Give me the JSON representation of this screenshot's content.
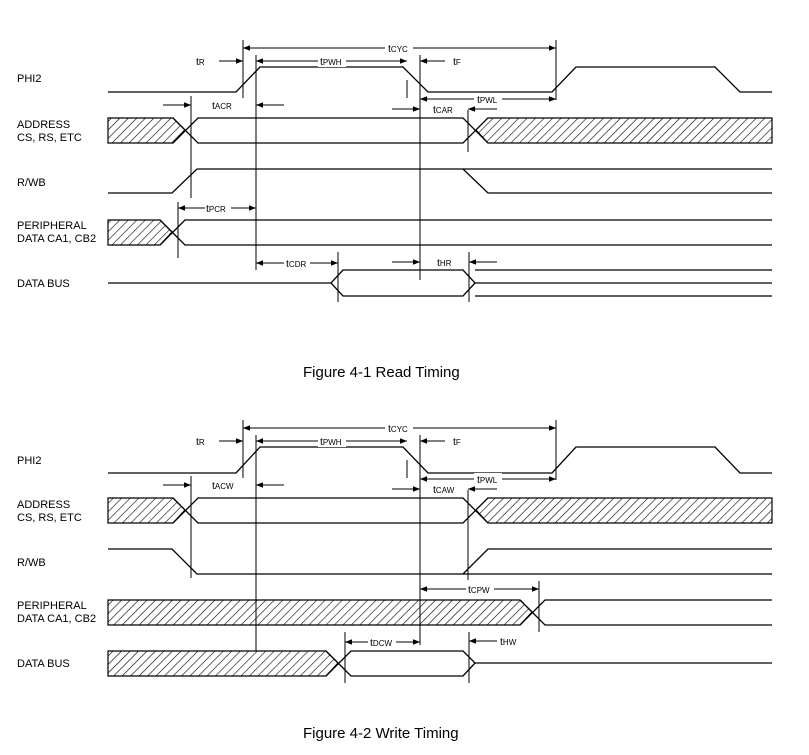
{
  "figures": [
    {
      "id": "read",
      "caption": "Figure 4-1  Read Timing",
      "signals": [
        "PHI2",
        "ADDRESS",
        "CS, RS, ETC",
        "R/WB",
        "PERIPHERAL",
        "DATA CA1, CB2",
        "DATA BUS"
      ],
      "timing_labels": {
        "cyc": {
          "t": "t",
          "sub": "CYC"
        },
        "r": {
          "t": "t",
          "sub": "R"
        },
        "pwh": {
          "t": "t",
          "sub": "PWH"
        },
        "f": {
          "t": "t",
          "sub": "F"
        },
        "pwl": {
          "t": "t",
          "sub": "PWL"
        },
        "ac": {
          "t": "t",
          "sub": "ACR"
        },
        "ca": {
          "t": "t",
          "sub": "CAR"
        },
        "pc": {
          "t": "t",
          "sub": "PCR"
        },
        "cd": {
          "t": "t",
          "sub": "CDR"
        },
        "h": {
          "t": "t",
          "sub": "HR"
        }
      }
    },
    {
      "id": "write",
      "caption": "Figure 4-2  Write Timing",
      "signals": [
        "PHI2",
        "ADDRESS",
        "CS, RS, ETC",
        "R/WB",
        "PERIPHERAL",
        "DATA CA1, CB2",
        "DATA BUS"
      ],
      "timing_labels": {
        "cyc": {
          "t": "t",
          "sub": "CYC"
        },
        "r": {
          "t": "t",
          "sub": "R"
        },
        "pwh": {
          "t": "t",
          "sub": "PWH"
        },
        "f": {
          "t": "t",
          "sub": "F"
        },
        "pwl": {
          "t": "t",
          "sub": "PWL"
        },
        "ac": {
          "t": "t",
          "sub": "ACW"
        },
        "ca": {
          "t": "t",
          "sub": "CAW"
        },
        "cpw": {
          "t": "t",
          "sub": "CPW"
        },
        "dcw": {
          "t": "t",
          "sub": "DCW"
        },
        "hw": {
          "t": "t",
          "sub": "HW"
        }
      }
    }
  ]
}
